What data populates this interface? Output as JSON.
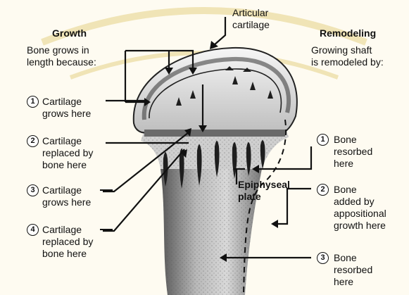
{
  "diagram": {
    "growth": {
      "title": "Growth",
      "subtitle": "Bone grows in\nlength because:",
      "steps": [
        {
          "number": "1",
          "text": "Cartilage\ngrows here"
        },
        {
          "number": "2",
          "text": "Cartilage\nreplaced by\nbone here"
        },
        {
          "number": "3",
          "text": "Cartilage\ngrows here"
        },
        {
          "number": "4",
          "text": "Cartilage\nreplaced by\nbone here"
        }
      ]
    },
    "remodeling": {
      "title": "Remodeling",
      "subtitle": "Growing shaft\nis remodeled by:",
      "steps": [
        {
          "number": "1",
          "text": "Bone\nresorbed\nhere"
        },
        {
          "number": "2",
          "text": "Bone\nadded by\nappositional\ngrowth here"
        },
        {
          "number": "3",
          "text": "Bone\nresorbed\nhere"
        }
      ]
    },
    "center_labels": {
      "articular_cartilage": "Articular\ncartilage",
      "epiphyseal_plate": "Epiphyseal\nplate"
    }
  },
  "colors": {
    "background": "#fefbf1",
    "line": "#111111",
    "bone": "#8a8a8a",
    "watermark": "#efe2b0"
  }
}
